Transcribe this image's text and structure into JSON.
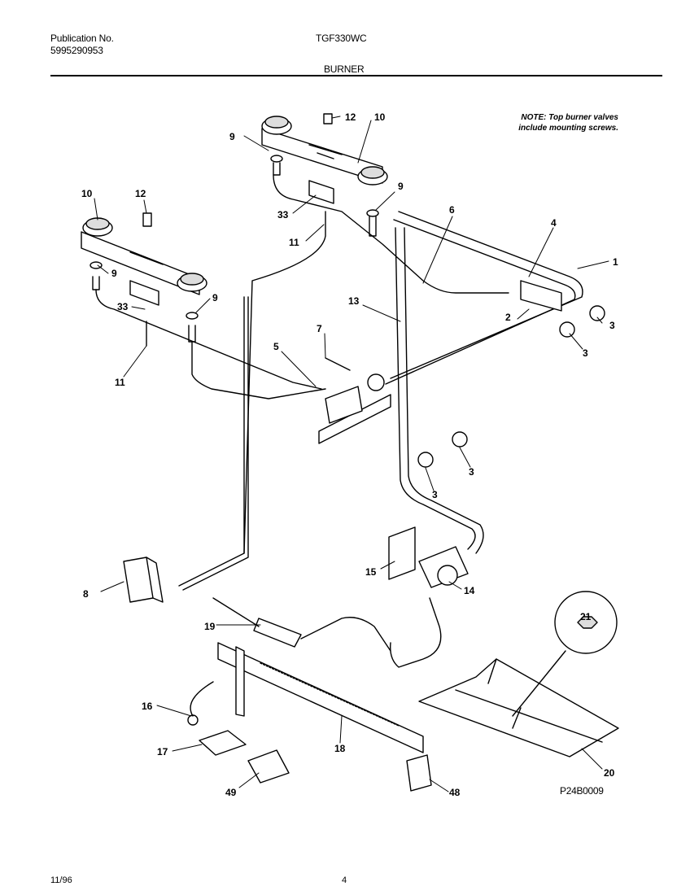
{
  "header": {
    "publication_label": "Publication No.",
    "publication_number": "5995290953",
    "model": "TGF330WC",
    "section": "BURNER"
  },
  "note": {
    "line1": "NOTE: Top burner valves",
    "line2": "include mounting screws."
  },
  "figure_code": "P24B0009",
  "footer": {
    "date": "11/96",
    "page": "4"
  },
  "callouts": {
    "c1": "1",
    "c2": "2",
    "c3a": "3",
    "c3b": "3",
    "c3c": "3",
    "c3d": "3",
    "c4": "4",
    "c5": "5",
    "c6": "6",
    "c7": "7",
    "c8": "8",
    "c9a": "9",
    "c9b": "9",
    "c9c": "9",
    "c9d": "9",
    "c10a": "10",
    "c10b": "10",
    "c11a": "11",
    "c11b": "11",
    "c12a": "12",
    "c12b": "12",
    "c13": "13",
    "c14": "14",
    "c15": "15",
    "c16": "16",
    "c17": "17",
    "c18": "18",
    "c19": "19",
    "c20": "20",
    "c21": "21",
    "c33a": "33",
    "c33b": "33",
    "c48": "48",
    "c49": "49"
  }
}
